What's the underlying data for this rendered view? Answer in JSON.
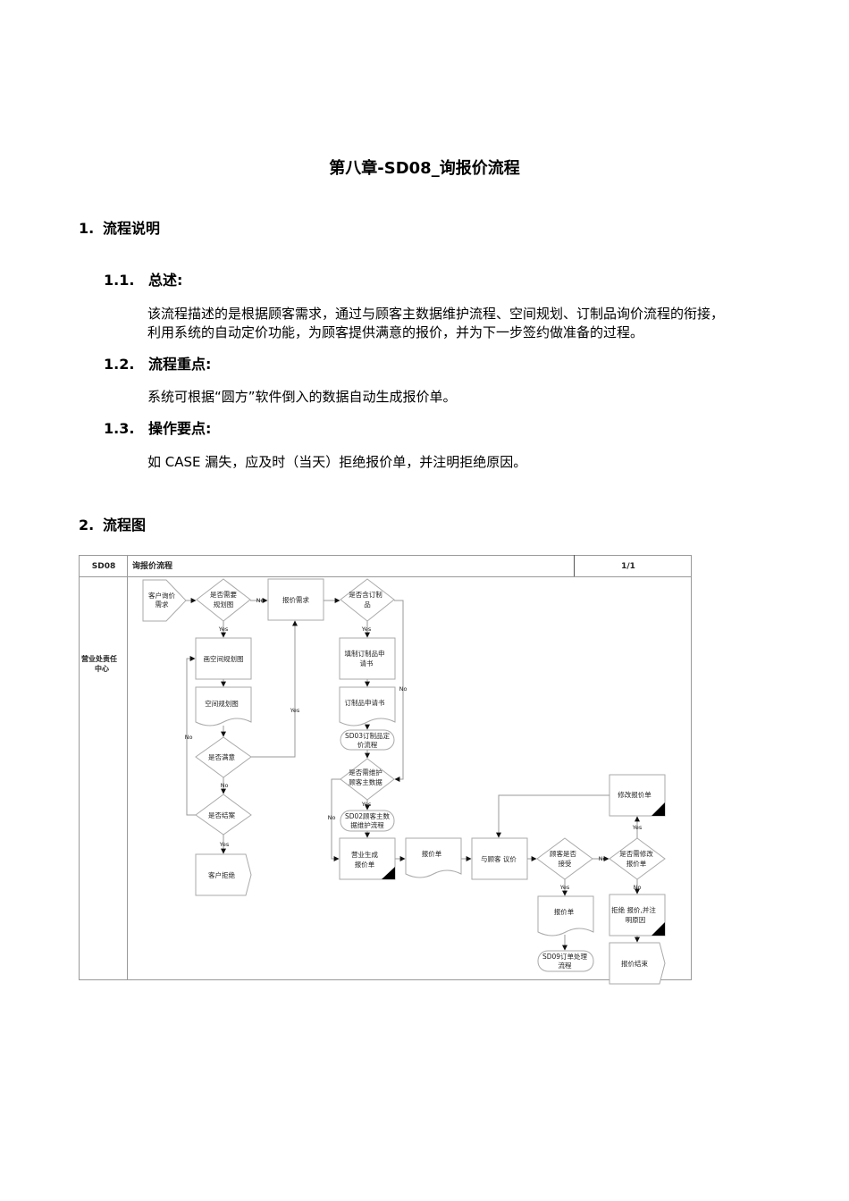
{
  "document": {
    "title": "第八章-SD08_询报价流程",
    "sections": [
      {
        "number": "1.",
        "heading": "流程说明",
        "subsections": [
          {
            "number": "1.1.",
            "heading": "总述:",
            "text_lines": [
              "该流程描述的是根据顾客需求，通过与顾客主数据维护流程、空间规划、订制品询价流程的衔接，",
              "利用系统的自动定价功能，为顾客提供满意的报价，并为下一步签约做准备的过程。"
            ]
          },
          {
            "number": "1.2.",
            "heading": "流程重点:",
            "text_lines": [
              "系统可根据“圆方”软件倒入的数据自动生成报价单。"
            ]
          },
          {
            "number": "1.3.",
            "heading": "操作要点:",
            "text_lines": [
              "如 CASE 漏失，应及时（当天）拒绝报价单，并注明拒绝原因。"
            ]
          }
        ]
      },
      {
        "number": "2.",
        "heading": "流程图"
      }
    ]
  },
  "flowchart": {
    "header": {
      "code": "SD08",
      "name": "询报价流程",
      "page": "1/1"
    },
    "lane": {
      "line1": "营业处责任",
      "line2": "中心"
    },
    "nodes": {
      "customer_inquiry": [
        "客户询价",
        "需求"
      ],
      "need_plan": [
        "是否需要",
        "规划图"
      ],
      "quote_request": [
        "报价需求"
      ],
      "has_custom": [
        "是否含订制",
        "品"
      ],
      "draw_plan": [
        "画空间规划图"
      ],
      "space_plan_doc": [
        "空间规划图"
      ],
      "satisfied": [
        "是否满意"
      ],
      "close_case": [
        "是否结案"
      ],
      "customer_reject": [
        "客户拒绝"
      ],
      "fill_custom_app": [
        "填制订制品申",
        "请书"
      ],
      "custom_app_doc": [
        "订制品申请书"
      ],
      "sd03": [
        "SD03订制品定",
        "价流程"
      ],
      "need_master": [
        "是否需维护",
        "顾客主数据"
      ],
      "sd02": [
        "SD02顾客主数",
        "据维护流程"
      ],
      "gen_quote": [
        "营业生成",
        "报价单"
      ],
      "quote_doc": [
        "报价单"
      ],
      "negotiate": [
        "与顾客  议价"
      ],
      "accepted": [
        "顾客是否",
        "接受"
      ],
      "need_modify": [
        "是否需修改",
        "报价单"
      ],
      "modify_quote": [
        "修改报价单"
      ],
      "quote_doc2": [
        "报价单"
      ],
      "reject_quote": [
        "拒绝 报价,并注",
        "明原因"
      ],
      "sd09": [
        "SD09订单处理",
        "流程"
      ],
      "quote_end": [
        "报价结束"
      ]
    },
    "labels": {
      "yes": "Yes",
      "no": "No"
    }
  }
}
